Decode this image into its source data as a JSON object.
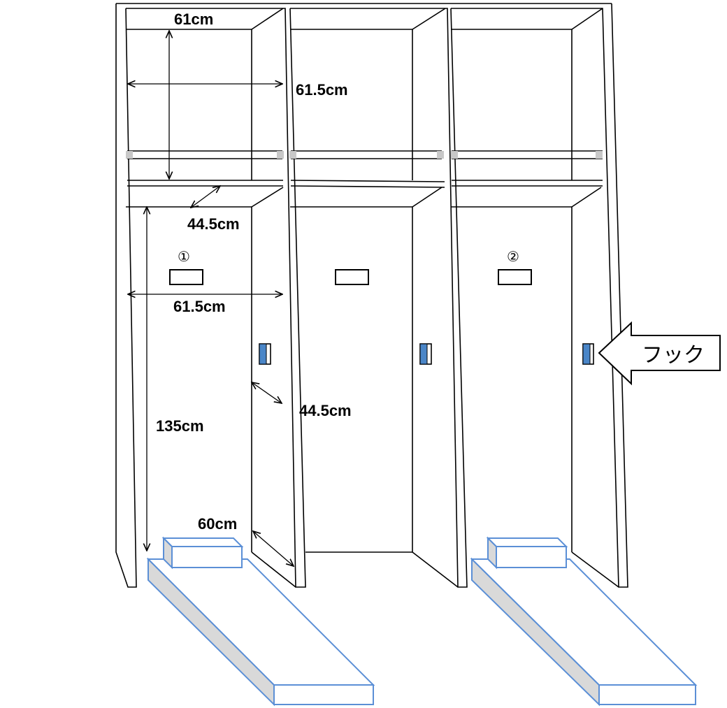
{
  "labels": {
    "top_width": "61cm",
    "upper_width": "61.5cm",
    "shelf_depth": "44.5cm",
    "inner_width": "61.5cm",
    "height": "135cm",
    "side_depth": "44.5cm",
    "bottom": "60cm"
  },
  "markers": {
    "unit1": "①",
    "unit2": "②"
  },
  "callout": {
    "hook": "フック"
  },
  "colors": {
    "outline": "#000000",
    "hook_fill": "#4a86c8",
    "bed_stroke": "#5b8fd6",
    "bed_side": "#d9d9d9",
    "rod_end": "#c8c8c8"
  }
}
